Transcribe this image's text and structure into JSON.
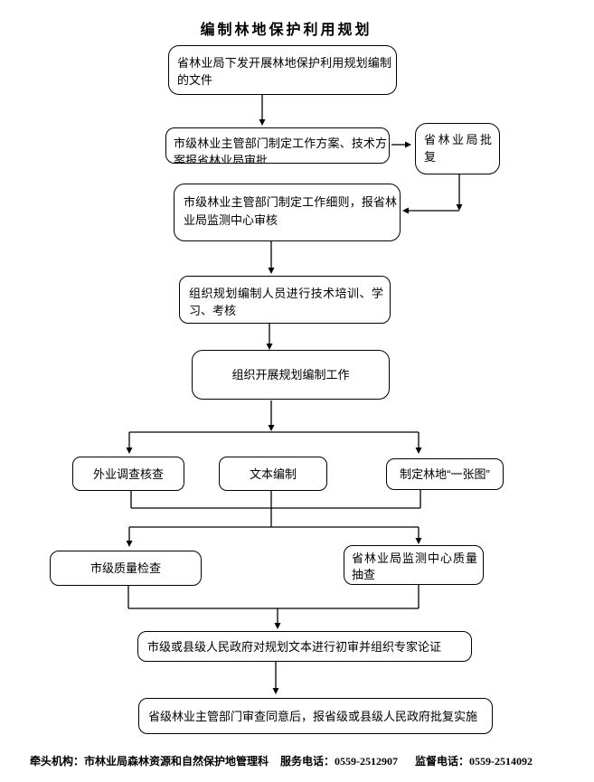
{
  "title": "编制林地保护利用规划",
  "nodes": {
    "issue_doc": "省林业局下发开展林地保护利用规划编制的文件",
    "work_plan": "市级林业主管部门制定工作方案、技术方案报省林业局审批",
    "province_approval": "省林业局批复",
    "work_rules": "市级林业主管部门制定工作细则，报省林业局监测中心审核",
    "training": "组织规划编制人员进行技术培训、学习、考核",
    "start_compile": "组织开展规划编制工作",
    "field_survey": "外业调查核查",
    "text_compile": "文本编制",
    "one_map": "制定林地“一张图”",
    "city_quality_check": "市级质量检查",
    "province_quality_check": "省林业局监测中心质量抽查",
    "gov_review": "市级或县级人民政府对规划文本进行初审并组织专家论证",
    "final_approval": "省级林业主管部门审查同意后，报省级或县级人民政府批复实施"
  },
  "footer": {
    "lead_org": "牵头机构：市林业局森林资源和自然保护地管理科",
    "service_phone": "服务电话：0559-2512907",
    "supervision_phone": "监督电话：0559-2514092"
  },
  "colors": {
    "line": "#000000",
    "background": "#ffffff",
    "text": "#000000"
  }
}
